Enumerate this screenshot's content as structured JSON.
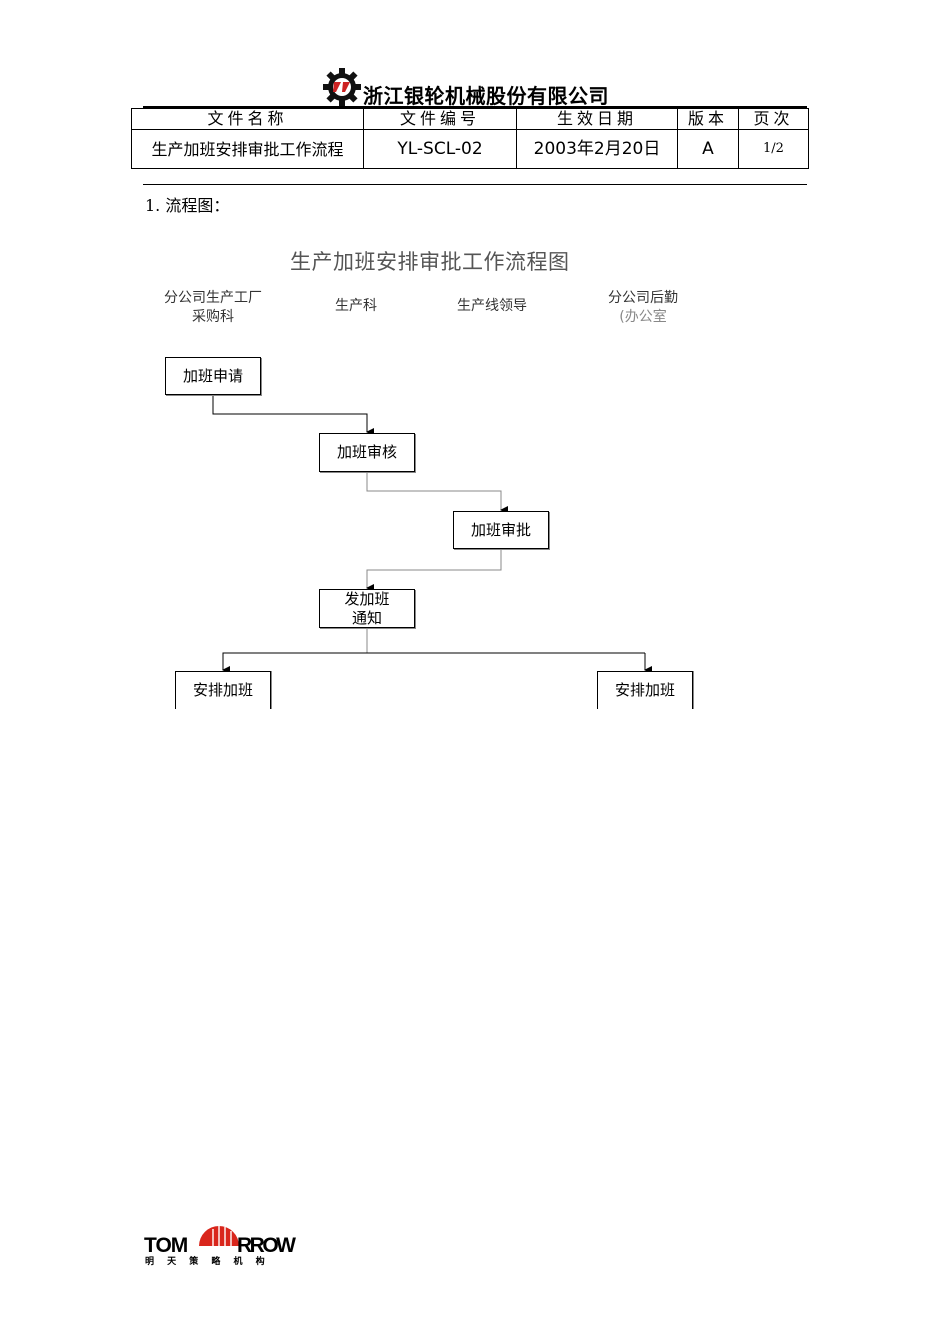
{
  "header": {
    "company_name": "浙江银轮机械股份有限公司",
    "logo_icon": "gear-logo-icon"
  },
  "doc_table": {
    "headers": [
      "文件名称",
      "文件编号",
      "生效日期",
      "版本",
      "页次"
    ],
    "values": {
      "name": "生产加班安排审批工作流程",
      "code": "YL-SCL-02",
      "date": "2003年2月20日",
      "version": "A",
      "page": "1/2"
    }
  },
  "section": {
    "heading": "1. 流程图："
  },
  "flowchart": {
    "title": "生产加班安排审批工作流程图",
    "lanes": [
      {
        "line1": "分公司生产工厂",
        "line2": "采购科"
      },
      {
        "line1": "生产科",
        "line2": ""
      },
      {
        "line1": "生产线领导",
        "line2": ""
      },
      {
        "line1": "分公司后勤",
        "line2": "(办公室"
      }
    ],
    "steps": {
      "apply": "加班申请",
      "review": "加班审核",
      "approve": "加班审批",
      "notify_line1": "发加班",
      "notify_line2": "通知",
      "arrange_left": "安排加班",
      "arrange_right": "安排加班"
    }
  },
  "footer": {
    "brand_left": "TOM",
    "brand_right": "RROW",
    "tagline": "明 天 策 略 机 构",
    "brand_color": "#d9261c"
  }
}
